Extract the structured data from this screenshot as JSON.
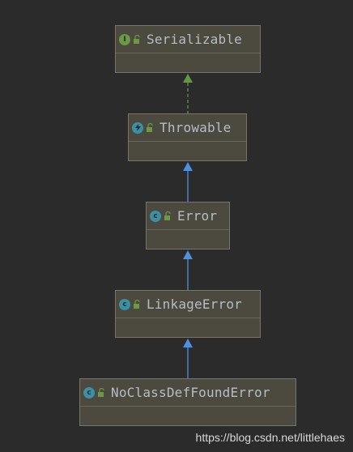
{
  "diagram": {
    "nodes": [
      {
        "id": "serializable",
        "label": "Serializable",
        "kind": "interface",
        "badge_icon": "interface-icon",
        "visibility_icon": "public-lock-icon",
        "color": "#6a9a42"
      },
      {
        "id": "throwable",
        "label": "Throwable",
        "kind": "class",
        "badge_icon": "class-icon",
        "visibility_icon": "public-lock-icon",
        "color": "#3b90a6"
      },
      {
        "id": "error",
        "label": "Error",
        "kind": "class",
        "badge_icon": "class-icon",
        "visibility_icon": "public-lock-icon",
        "color": "#3b90a6"
      },
      {
        "id": "linkageerror",
        "label": "LinkageError",
        "kind": "class",
        "badge_icon": "class-icon",
        "visibility_icon": "public-lock-icon",
        "color": "#3b90a6"
      },
      {
        "id": "noclassdeffounderror",
        "label": "NoClassDefFoundError",
        "kind": "class",
        "badge_icon": "class-icon",
        "visibility_icon": "public-lock-icon",
        "color": "#3b90a6"
      }
    ],
    "edges": [
      {
        "from": "throwable",
        "to": "serializable",
        "type": "implements",
        "style": "dashed",
        "color": "#5f9a3e"
      },
      {
        "from": "error",
        "to": "throwable",
        "type": "extends",
        "style": "solid",
        "color": "#4f8fe0"
      },
      {
        "from": "linkageerror",
        "to": "error",
        "type": "extends",
        "style": "solid",
        "color": "#4f8fe0"
      },
      {
        "from": "noclassdeffounderror",
        "to": "linkageerror",
        "type": "extends",
        "style": "solid",
        "color": "#4f8fe0"
      }
    ]
  },
  "watermark": "https://blog.csdn.net/littlehaes",
  "colors": {
    "background": "#2b2b2b",
    "node_fill": "#4c4a3e",
    "node_border": "#77756a",
    "text": "#b7bcc6"
  }
}
